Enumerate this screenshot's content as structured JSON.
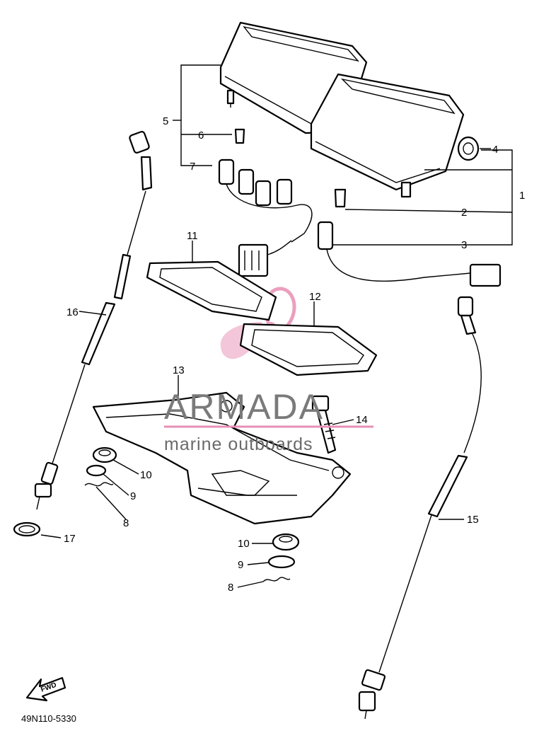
{
  "diagram": {
    "part_code": "49N110-5330",
    "fwd_label": "FWD",
    "callouts": {
      "c1": "1",
      "c2": "2",
      "c3": "3",
      "c4": "4",
      "c5": "5",
      "c6": "6",
      "c7": "7",
      "c8a": "8",
      "c8b": "8",
      "c9a": "9",
      "c9b": "9",
      "c10a": "10",
      "c10b": "10",
      "c11": "11",
      "c12": "12",
      "c13": "13",
      "c14": "14",
      "c15": "15",
      "c16": "16",
      "c17": "17"
    }
  },
  "watermark": {
    "brand": "ARMADA",
    "tagline": "marine outboards",
    "logo_color": "#e88fb4"
  }
}
